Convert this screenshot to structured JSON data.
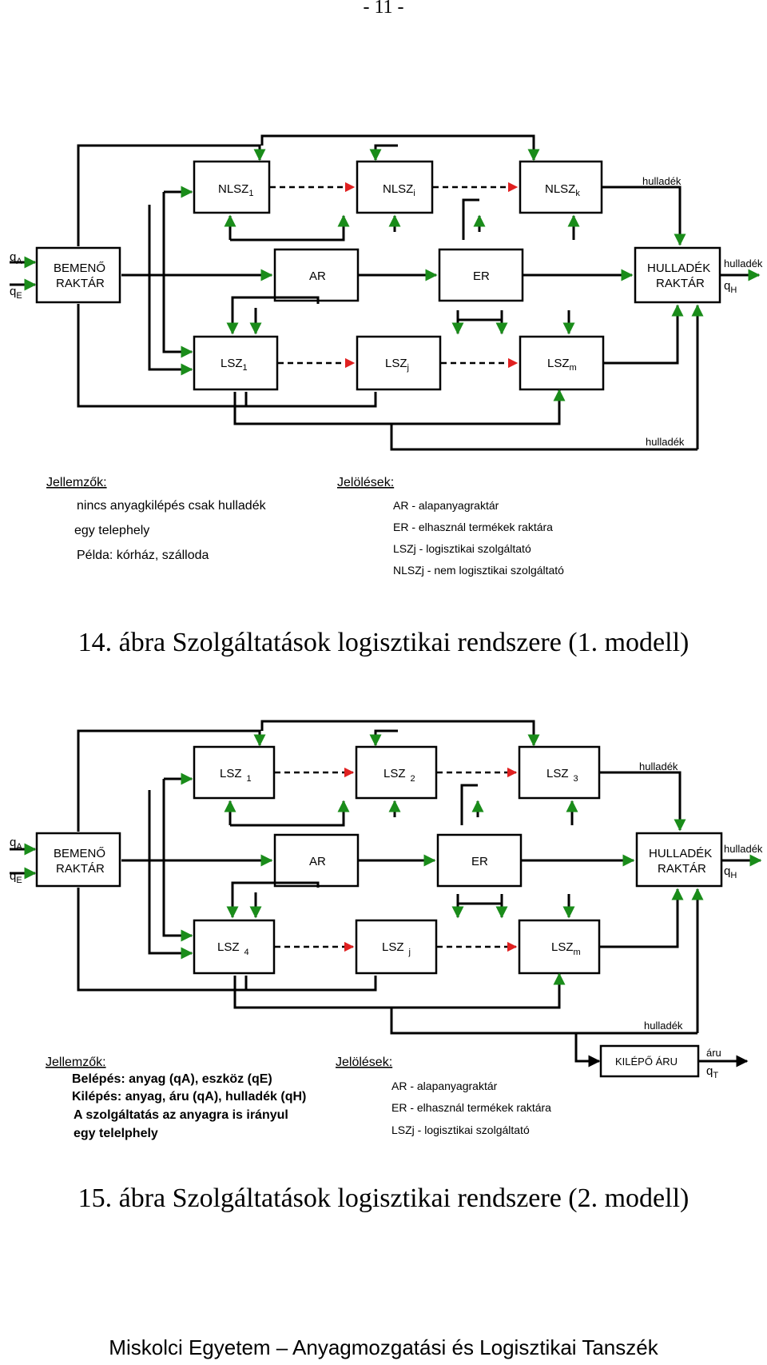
{
  "page": {
    "number": "- 11 -",
    "footer": "Miskolci Egyetem – Anyagmozgatási és Logisztikai Tanszék"
  },
  "colors": {
    "arrow_green": "#1a8c1a",
    "arrow_red": "#e02020",
    "line": "#000000"
  },
  "figure1": {
    "caption": "14. ábra Szolgáltatások logisztikai rendszere (1. modell)",
    "boxes": {
      "nlsz1": {
        "main": "NLSZ",
        "sub": "1"
      },
      "nlszi": {
        "main": "NLSZ",
        "sub": "i"
      },
      "nlszk": {
        "main": "NLSZ",
        "sub": "k"
      },
      "bemeno_1": "BEMENŐ",
      "bemeno_2": "RAKTÁR",
      "ar": "AR",
      "er": "ER",
      "hulladek_1": "HULLADÉK",
      "hulladek_2": "RAKTÁR",
      "lsz1": {
        "main": "LSZ",
        "sub": "1"
      },
      "lszj": {
        "main": "LSZ",
        "sub": "j"
      },
      "lszm": {
        "main": "LSZ",
        "sub": "m"
      }
    },
    "inputs": {
      "qA": {
        "main": "q",
        "sub": "A"
      },
      "qE": {
        "main": "q",
        "sub": "E"
      }
    },
    "outputs": {
      "waste_label": "hulladék",
      "qH": {
        "main": "q",
        "sub": "H"
      }
    },
    "waste_top": "hulladék",
    "waste_bottom": "hulladék",
    "legend": {
      "features_title": "Jellemzők:",
      "features": [
        "nincs anyagkilépés csak hulladék",
        "egy telephely",
        "Példa: kórház, szálloda"
      ],
      "notation_title": "Jelölések:",
      "notation": [
        "AR - alapanyagraktár",
        "ER - elhasznál termékek raktára",
        "LSZj - logisztikai szolgáltató",
        "NLSZj - nem logisztikai szolgáltató"
      ]
    }
  },
  "figure2": {
    "caption": "15. ábra Szolgáltatások logisztikai rendszere (2. modell)",
    "boxes": {
      "lsz1": {
        "main": "LSZ",
        "sub": "1"
      },
      "lsz2": {
        "main": "LSZ",
        "sub": "2"
      },
      "lsz3": {
        "main": "LSZ",
        "sub": "3"
      },
      "bemeno_1": "BEMENŐ",
      "bemeno_2": "RAKTÁR",
      "ar": "AR",
      "er": "ER",
      "hulladek_1": "HULLADÉK",
      "hulladek_2": "RAKTÁR",
      "lsz4": {
        "main": "LSZ",
        "sub": "4"
      },
      "lszj": {
        "main": "LSZ",
        "sub": "j"
      },
      "lszm": {
        "main": "LSZ",
        "sub": "m"
      },
      "kilepo": "KILÉPŐ ÁRU"
    },
    "inputs": {
      "qA": {
        "main": "q",
        "sub": "A"
      },
      "qE": {
        "main": "q",
        "sub": "E"
      }
    },
    "outputs": {
      "waste_label": "hulladék",
      "qH": {
        "main": "q",
        "sub": "H"
      },
      "goods_label": "áru",
      "qT": {
        "main": "q",
        "sub": "T"
      }
    },
    "waste_top": "hulladék",
    "waste_bottom": "hulladék",
    "legend": {
      "features_title": "Jellemzők:",
      "features": [
        "Belépés: anyag (qA), eszköz (qE)",
        "Kilépés: anyag, áru (qA), hulladék (qH)",
        "A szolgáltatás az anyagra is irányul",
        "egy telelphely"
      ],
      "notation_title": "Jelölések:",
      "notation": [
        "AR - alapanyagraktár",
        "ER - elhasznál termékek raktára",
        "LSZj - logisztikai szolgáltató"
      ]
    }
  }
}
